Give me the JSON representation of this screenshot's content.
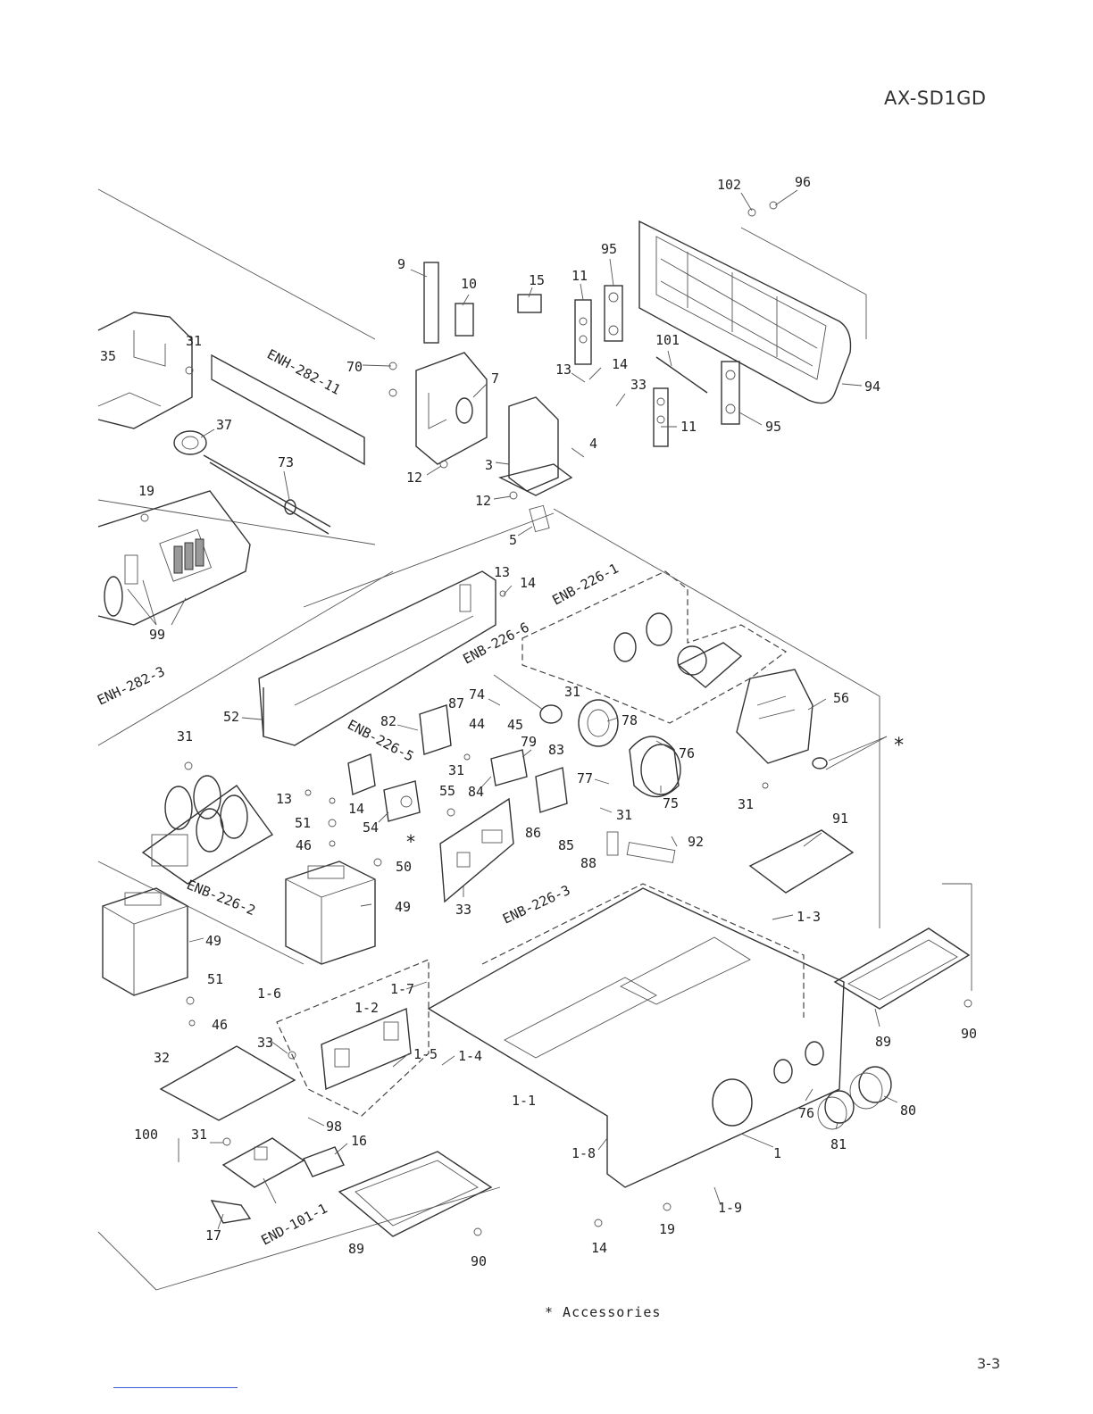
{
  "header": {
    "model": "AX-SD1GD"
  },
  "footer": {
    "note": "* Accessories",
    "page_number": "3-3"
  },
  "callouts": [
    {
      "id": "c102",
      "text": "102"
    },
    {
      "id": "c96",
      "text": "96"
    },
    {
      "id": "c9",
      "text": "9"
    },
    {
      "id": "c10",
      "text": "10"
    },
    {
      "id": "c15",
      "text": "15"
    },
    {
      "id": "c11a",
      "text": "11"
    },
    {
      "id": "c95a",
      "text": "95"
    },
    {
      "id": "c94",
      "text": "94"
    },
    {
      "id": "c101",
      "text": "101"
    },
    {
      "id": "c95b",
      "text": "95"
    },
    {
      "id": "c11b",
      "text": "11"
    },
    {
      "id": "c31a",
      "text": "31"
    },
    {
      "id": "c35",
      "text": "35"
    },
    {
      "id": "c70",
      "text": "70"
    },
    {
      "id": "c7",
      "text": "7"
    },
    {
      "id": "c13a",
      "text": "13"
    },
    {
      "id": "c14a",
      "text": "14"
    },
    {
      "id": "c33a",
      "text": "33"
    },
    {
      "id": "c4",
      "text": "4"
    },
    {
      "id": "c3",
      "text": "3"
    },
    {
      "id": "c12a",
      "text": "12"
    },
    {
      "id": "c12b",
      "text": "12"
    },
    {
      "id": "c5",
      "text": "5"
    },
    {
      "id": "c37",
      "text": "37"
    },
    {
      "id": "c73",
      "text": "73"
    },
    {
      "id": "c19a",
      "text": "19"
    },
    {
      "id": "c99",
      "text": "99"
    },
    {
      "id": "c13b",
      "text": "13"
    },
    {
      "id": "c14b",
      "text": "14"
    },
    {
      "id": "c52",
      "text": "52"
    },
    {
      "id": "c87",
      "text": "87"
    },
    {
      "id": "c74",
      "text": "74"
    },
    {
      "id": "c82",
      "text": "82"
    },
    {
      "id": "c44",
      "text": "44"
    },
    {
      "id": "c45",
      "text": "45"
    },
    {
      "id": "c79",
      "text": "79"
    },
    {
      "id": "c78",
      "text": "78"
    },
    {
      "id": "c83",
      "text": "83"
    },
    {
      "id": "c76a",
      "text": "76"
    },
    {
      "id": "c56",
      "text": "56"
    },
    {
      "id": "c31b",
      "text": "31"
    },
    {
      "id": "c31c",
      "text": "31"
    },
    {
      "id": "c31d",
      "text": "31"
    },
    {
      "id": "c77",
      "text": "77"
    },
    {
      "id": "c75",
      "text": "75"
    },
    {
      "id": "c31e",
      "text": "31"
    },
    {
      "id": "c31f",
      "text": "31"
    },
    {
      "id": "c84",
      "text": "84"
    },
    {
      "id": "c55",
      "text": "55"
    },
    {
      "id": "c13c",
      "text": "13"
    },
    {
      "id": "c14c",
      "text": "14"
    },
    {
      "id": "c51a",
      "text": "51"
    },
    {
      "id": "c54",
      "text": "54"
    },
    {
      "id": "c46a",
      "text": "46"
    },
    {
      "id": "c50",
      "text": "50"
    },
    {
      "id": "c86",
      "text": "86"
    },
    {
      "id": "c85",
      "text": "85"
    },
    {
      "id": "c88",
      "text": "88"
    },
    {
      "id": "c92",
      "text": "92"
    },
    {
      "id": "c91",
      "text": "91"
    },
    {
      "id": "c49a",
      "text": "49"
    },
    {
      "id": "c33b",
      "text": "33"
    },
    {
      "id": "c13",
      "text": "1-3"
    },
    {
      "id": "c49b",
      "text": "49"
    },
    {
      "id": "c51b",
      "text": "51"
    },
    {
      "id": "c46b",
      "text": "46"
    },
    {
      "id": "c16a",
      "text": "1-6"
    },
    {
      "id": "c12",
      "text": "1-2"
    },
    {
      "id": "c17a",
      "text": "1-7"
    },
    {
      "id": "c33c",
      "text": "33"
    },
    {
      "id": "c15b",
      "text": "1-5"
    },
    {
      "id": "c14d",
      "text": "1-4"
    },
    {
      "id": "c32",
      "text": "32"
    },
    {
      "id": "c11",
      "text": "1-1"
    },
    {
      "id": "c98",
      "text": "98"
    },
    {
      "id": "c100",
      "text": "100"
    },
    {
      "id": "c31g",
      "text": "31"
    },
    {
      "id": "c16",
      "text": "16"
    },
    {
      "id": "c18",
      "text": "1-8"
    },
    {
      "id": "c1",
      "text": "1"
    },
    {
      "id": "c17",
      "text": "17"
    },
    {
      "id": "c89a",
      "text": "89"
    },
    {
      "id": "c90a",
      "text": "90"
    },
    {
      "id": "c14e",
      "text": "14"
    },
    {
      "id": "c19b",
      "text": "19"
    },
    {
      "id": "c19",
      "text": "1-9"
    },
    {
      "id": "c76b",
      "text": "76"
    },
    {
      "id": "c81",
      "text": "81"
    },
    {
      "id": "c80",
      "text": "80"
    },
    {
      "id": "c89b",
      "text": "89"
    },
    {
      "id": "c90b",
      "text": "90"
    },
    {
      "id": "cstar1",
      "text": "*"
    },
    {
      "id": "cstar2",
      "text": "*"
    }
  ],
  "board_labels": [
    {
      "id": "enh282_11",
      "text": "ENH-282-11"
    },
    {
      "id": "enh282_3",
      "text": "ENH-282-3"
    },
    {
      "id": "enb226_1",
      "text": "ENB-226-1"
    },
    {
      "id": "enb226_6",
      "text": "ENB-226-6"
    },
    {
      "id": "enb226_5",
      "text": "ENB-226-5"
    },
    {
      "id": "enb226_2",
      "text": "ENB-226-2"
    },
    {
      "id": "enb226_3",
      "text": "ENB-226-3"
    },
    {
      "id": "end101_1",
      "text": "END-101-1"
    }
  ]
}
